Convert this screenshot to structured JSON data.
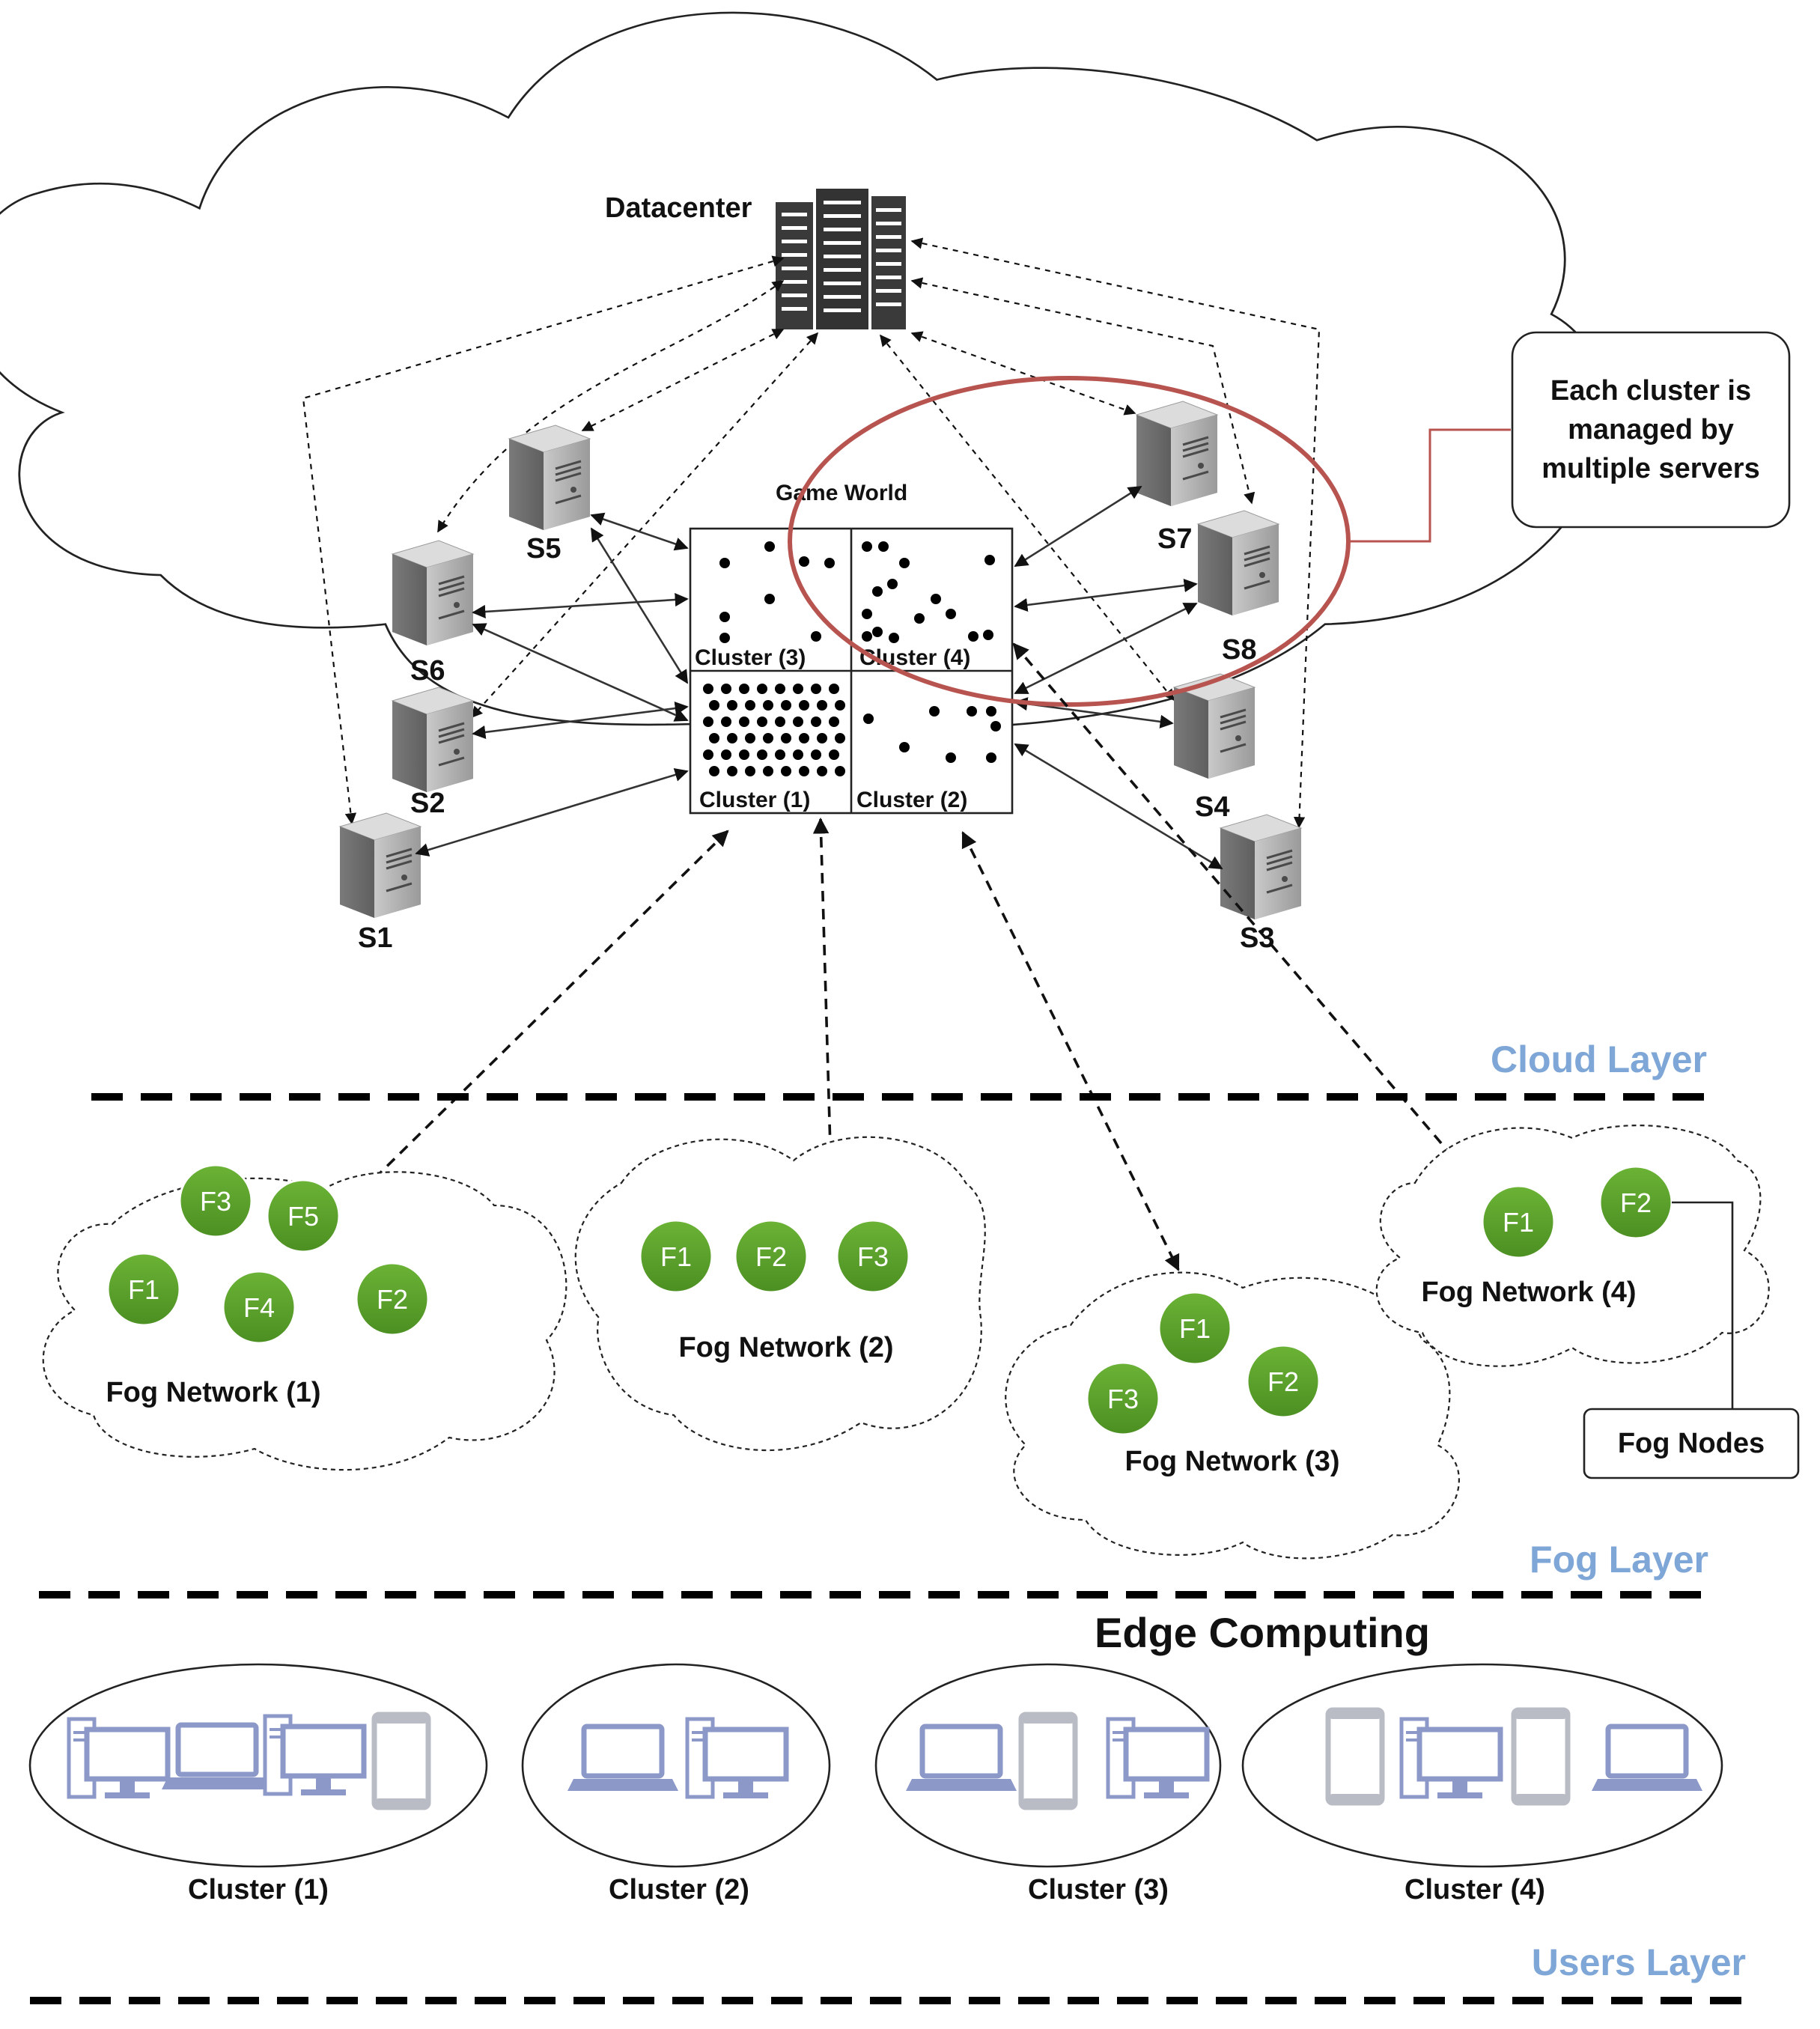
{
  "cloud": {
    "datacenter_label": "Datacenter",
    "game_world_label": "Game World",
    "servers": [
      {
        "id": "s1",
        "label": "S1"
      },
      {
        "id": "s2",
        "label": "S2"
      },
      {
        "id": "s3",
        "label": "S3"
      },
      {
        "id": "s4",
        "label": "S4"
      },
      {
        "id": "s5",
        "label": "S5"
      },
      {
        "id": "s6",
        "label": "S6"
      },
      {
        "id": "s7",
        "label": "S7"
      },
      {
        "id": "s8",
        "label": "S8"
      }
    ],
    "clusters": [
      "Cluster (3)",
      "Cluster (4)",
      "Cluster (1)",
      "Cluster (2)"
    ],
    "callout": [
      "Each cluster is",
      "managed by",
      "multiple servers"
    ],
    "layer_label": "Cloud Layer",
    "highlight_color": "#b85450"
  },
  "fog": {
    "node_color": "#5aa02c",
    "networks": [
      {
        "label": "Fog Network (1)",
        "nodes": [
          "F3",
          "F5",
          "F1",
          "F4",
          "F2"
        ]
      },
      {
        "label": "Fog Network (2)",
        "nodes": [
          "F1",
          "F2",
          "F3"
        ]
      },
      {
        "label": "Fog Network (3)",
        "nodes": [
          "F1",
          "F3",
          "F2"
        ]
      },
      {
        "label": "Fog Network (4)",
        "nodes": [
          "F1",
          "F2"
        ]
      }
    ],
    "callout": "Fog Nodes",
    "layer_label": "Fog Layer"
  },
  "users": {
    "title": "Edge Computing",
    "clusters": [
      "Cluster (1)",
      "Cluster (2)",
      "Cluster (3)",
      "Cluster (4)"
    ],
    "device_color": "#8b98c8",
    "layer_label": "Users Layer"
  }
}
